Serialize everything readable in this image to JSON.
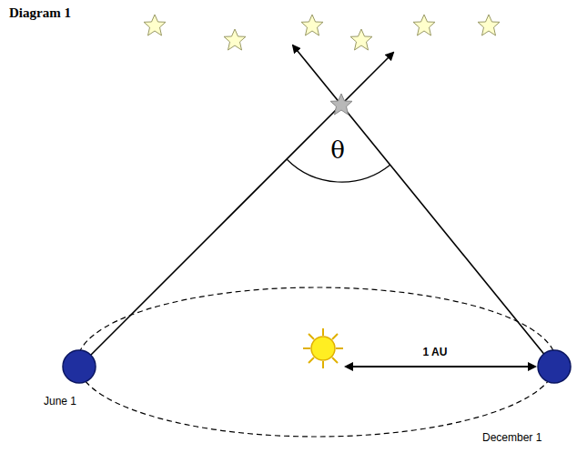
{
  "diagram": {
    "title": "Diagram 1",
    "labels": [
      "θ",
      "1 AU",
      "June 1",
      "December 1"
    ]
  }
}
